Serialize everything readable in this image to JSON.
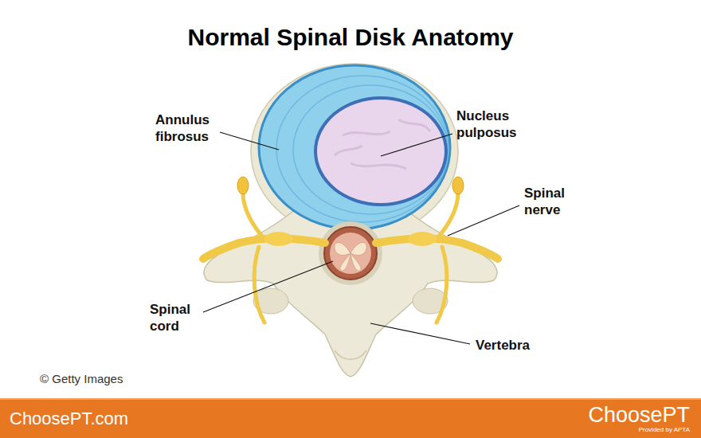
{
  "diagram": {
    "title": "Normal Spinal Disk Anatomy",
    "nodes": [
      {
        "text": [
          "ChoosePT.com",
          "ChoosePT",
          "Provided by APTA"
        ]
      }
    ],
    "labels": [
      "Annulus fibrosus",
      "Nucleus pulposus",
      "Spinal nerve",
      "Spinal cord",
      "Vertebra",
      "© Getty Images"
    ]
  }
}
